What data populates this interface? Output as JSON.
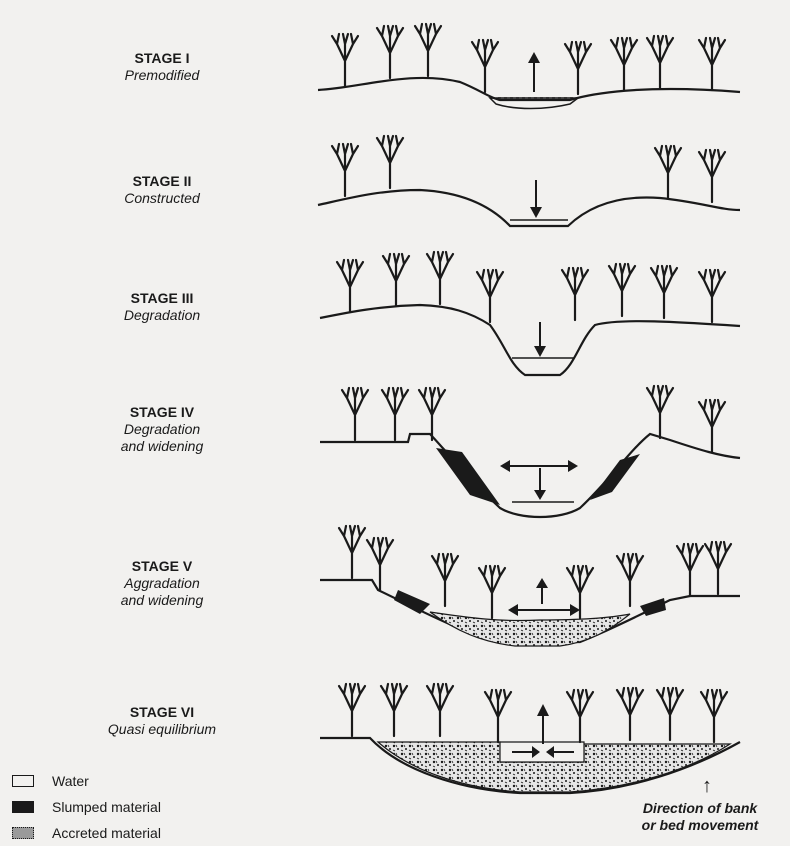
{
  "stages": [
    {
      "title": "STAGE I",
      "desc": "Premodified"
    },
    {
      "title": "STAGE II",
      "desc": "Constructed"
    },
    {
      "title": "STAGE III",
      "desc": "Degradation"
    },
    {
      "title": "STAGE IV",
      "desc": "Degradation\nand widening"
    },
    {
      "title": "STAGE V",
      "desc": "Aggradation\nand widening"
    },
    {
      "title": "STAGE VI",
      "desc": "Quasi equilibrium"
    }
  ],
  "legend": {
    "water": "Water",
    "slumped": "Slumped material",
    "accreted": "Accreted material"
  },
  "direction_note": {
    "line1": "Direction of bank",
    "line2": "or bed movement"
  },
  "colors": {
    "ink": "#1a1a1a",
    "paper": "#f2f1ef",
    "accreted": "#9a9a9a"
  }
}
